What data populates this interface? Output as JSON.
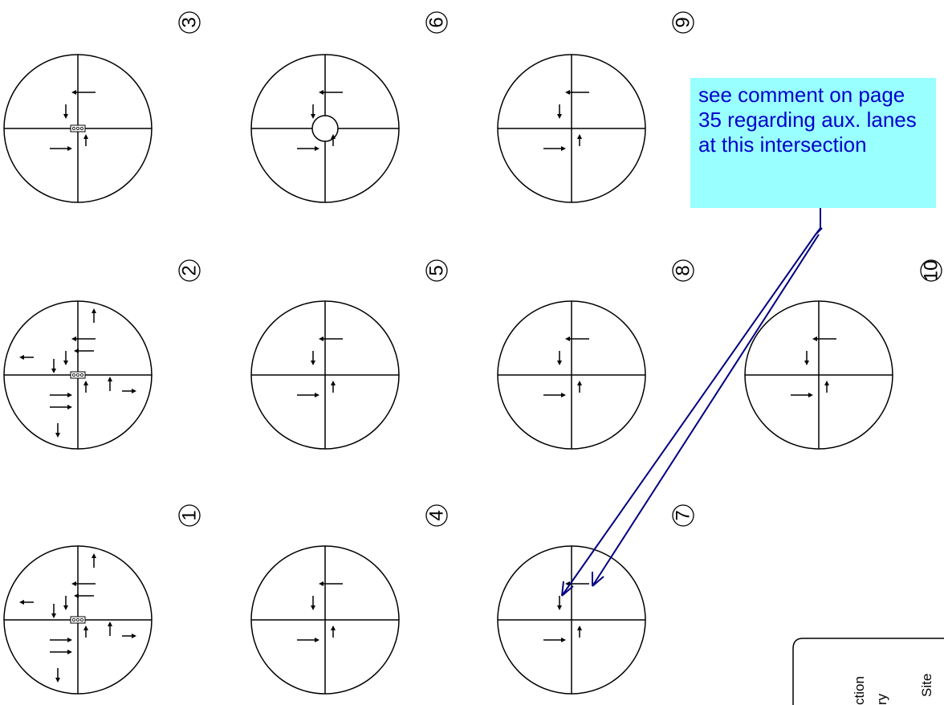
{
  "intersections": [
    {
      "id": "1",
      "label": "1",
      "signal": true
    },
    {
      "id": "2",
      "label": "2",
      "signal": true
    },
    {
      "id": "3",
      "label": "3",
      "signal": true
    },
    {
      "id": "4",
      "label": "4",
      "signal": false
    },
    {
      "id": "5",
      "label": "5",
      "signal": false
    },
    {
      "id": "6",
      "label": "6",
      "signal": false,
      "roundabout": true
    },
    {
      "id": "7",
      "label": "7",
      "signal": false
    },
    {
      "id": "8",
      "label": "8",
      "signal": false
    },
    {
      "id": "9",
      "label": "9",
      "signal": false
    },
    {
      "id": "10",
      "label": "10",
      "signal": false
    }
  ],
  "comment": {
    "text": "see comment on page 35 regarding aux. lanes at this intersection",
    "background": "#99ffff",
    "text_color": "#0000cc",
    "arrow_color": "#000080"
  },
  "legend": {
    "lines": [
      "ction",
      "ry",
      "Site"
    ]
  }
}
